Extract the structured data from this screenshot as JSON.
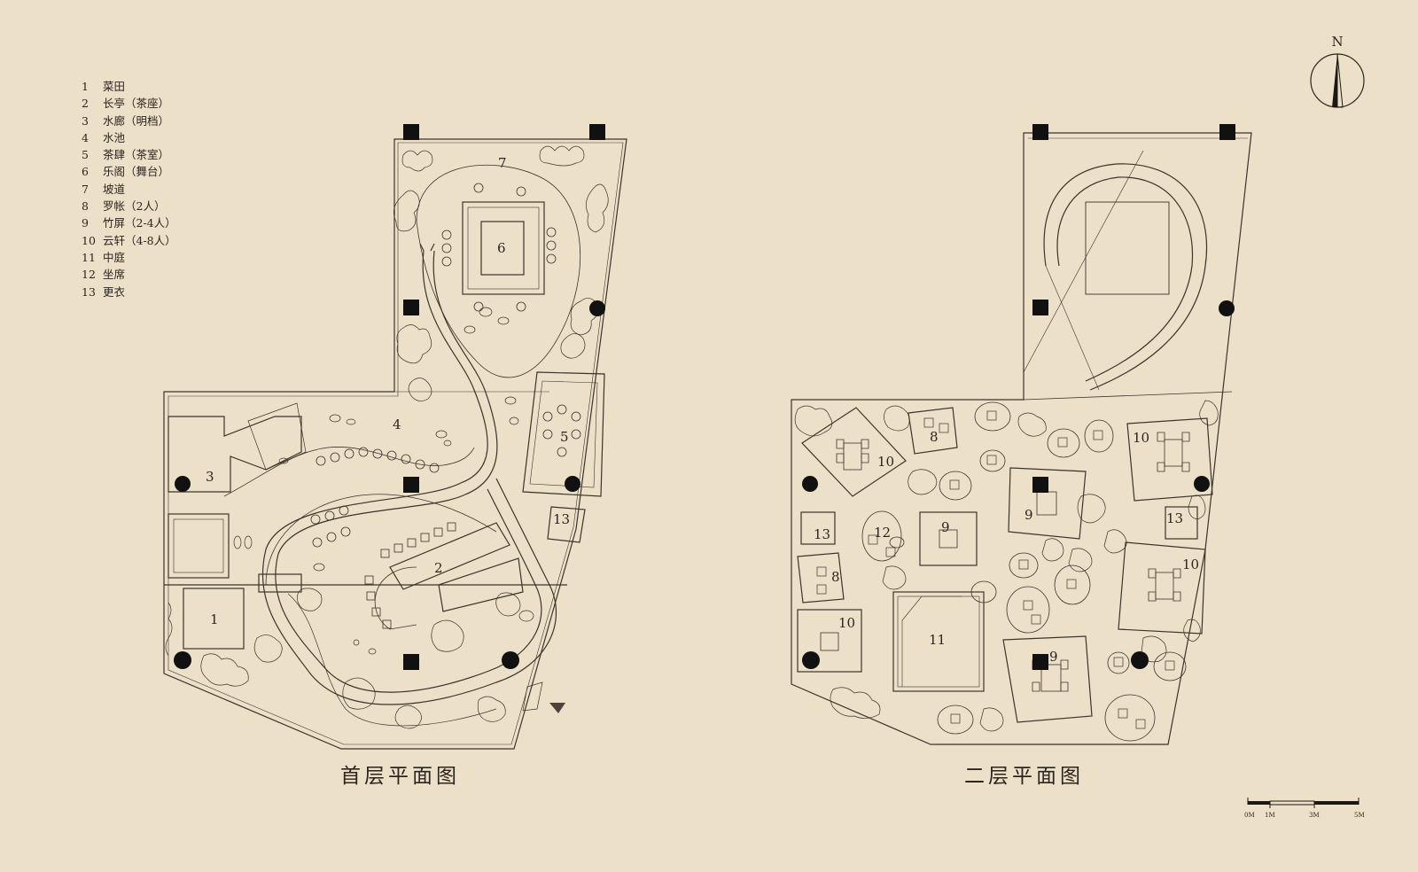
{
  "legend": [
    {
      "num": "1",
      "text": "菜田"
    },
    {
      "num": "2",
      "text": "长亭（茶座）"
    },
    {
      "num": "3",
      "text": "水廊（明档）"
    },
    {
      "num": "4",
      "text": "水池"
    },
    {
      "num": "5",
      "text": "茶肆（茶室）"
    },
    {
      "num": "6",
      "text": "乐阁（舞台）"
    },
    {
      "num": "7",
      "text": "坡道"
    },
    {
      "num": "8",
      "text": "罗帐（2人）"
    },
    {
      "num": "9",
      "text": "竹屏（2-4人）"
    },
    {
      "num": "10",
      "text": "云轩（4-8人）"
    },
    {
      "num": "11",
      "text": "中庭"
    },
    {
      "num": "12",
      "text": "坐席"
    },
    {
      "num": "13",
      "text": "更衣"
    }
  ],
  "captions": {
    "ground": "首层平面图",
    "second": "二层平面图"
  },
  "compass": {
    "label": "N"
  },
  "scale": {
    "ticks": [
      "0M",
      "1M",
      "3M",
      "5M"
    ]
  },
  "plan_labels": {
    "ground": [
      "1",
      "2",
      "3",
      "4",
      "5",
      "6",
      "7",
      "13"
    ],
    "second": [
      "8",
      "8",
      "9",
      "9",
      "9",
      "10",
      "10",
      "10",
      "10",
      "11",
      "12",
      "13",
      "13"
    ]
  }
}
